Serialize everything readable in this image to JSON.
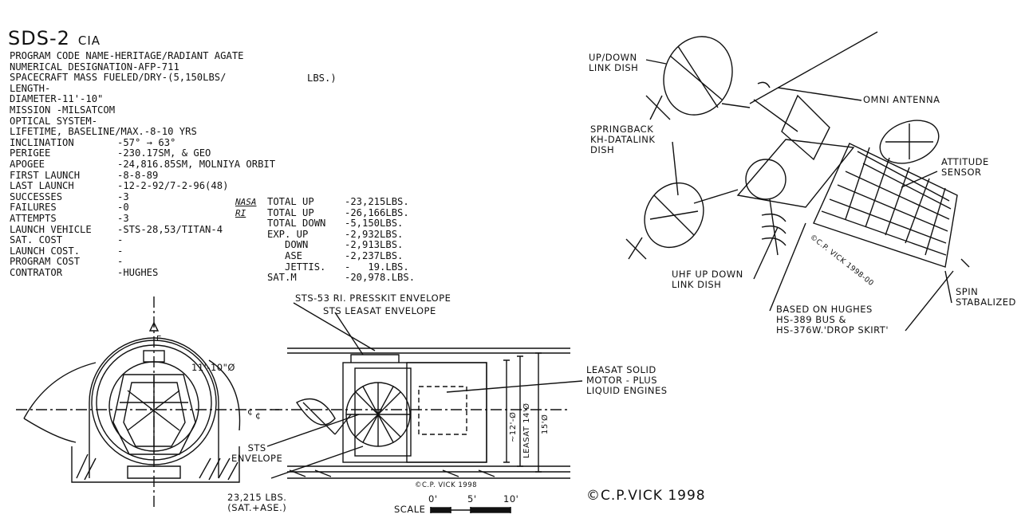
{
  "title": {
    "name": "SDS-2",
    "agency": "CIA"
  },
  "specs": {
    "full_lines": [
      "PROGRAM CODE NAME-HERITAGE/RADIANT AGATE",
      "NUMERICAL DESIGNATION-AFP-711",
      "SPACECRAFT MASS FUELED/DRY-(5,150LBS/"
    ],
    "mass_dry_unit": "LBS.)",
    "rows": [
      {
        "k": "LENGTH-",
        "v": ""
      },
      {
        "k": "DIAMETER-11'-10\"",
        "v": ""
      },
      {
        "k": "MISSION -MILSATCOM",
        "v": ""
      },
      {
        "k": "OPTICAL SYSTEM-",
        "v": ""
      },
      {
        "k": "LIFETIME, BASELINE/MAX.-8-10 YRS",
        "v": ""
      },
      {
        "k": "INCLINATION",
        "v": "-57° → 63°"
      },
      {
        "k": "PERIGEE",
        "v": "-230.17SM, & GEO"
      },
      {
        "k": "APOGEE",
        "v": "-24,816.85SM, MOLNIYA ORBIT"
      },
      {
        "k": "FIRST LAUNCH",
        "v": "-8-8-89"
      },
      {
        "k": "LAST LAUNCH",
        "v": "-12-2-92/7-2-96(48)"
      },
      {
        "k": "SUCCESSES",
        "v": "-3"
      },
      {
        "k": "FAILURES",
        "v": "-0"
      },
      {
        "k": "ATTEMPTS",
        "v": "-3"
      },
      {
        "k": "LAUNCH VEHICLE",
        "v": "-STS-28,53/TITAN-4"
      },
      {
        "k": "SAT. COST",
        "v": "-"
      },
      {
        "k": "LAUNCH COST.",
        "v": "-"
      },
      {
        "k": "PROGRAM COST",
        "v": "-"
      },
      {
        "k": "CONTRATOR",
        "v": "-HUGHES"
      }
    ]
  },
  "mass_table": [
    {
      "src": "NASA",
      "lbl": "TOTAL UP",
      "val": "-23,215LBS."
    },
    {
      "src": "RI",
      "lbl": "TOTAL UP",
      "val": "-26,166LBS."
    },
    {
      "src": "",
      "lbl": "TOTAL DOWN",
      "val": "-5,150LBS."
    },
    {
      "src": "",
      "lbl": "EXP. UP",
      "val": "-2,932LBS."
    },
    {
      "src": "",
      "lbl": "   DOWN",
      "val": "-2,913LBS."
    },
    {
      "src": "",
      "lbl": "   ASE",
      "val": "-2,237LBS."
    },
    {
      "src": "",
      "lbl": "   JETTIS.",
      "val": "-   19.LBS."
    },
    {
      "src": "",
      "lbl": "SAT.M",
      "val": "-20,978.LBS."
    }
  ],
  "labels": {
    "updown_dish": "UP/DOWN\nLINK DISH",
    "omni": "OMNI ANTENNA",
    "springback": "SPRINGBACK\nKH-DATALINK\nDISH",
    "attitude": "ATTITUDE\nSENSOR",
    "uhf": "UHF UP DOWN\nLINK DISH",
    "spin": "SPIN\nSTABALIZED",
    "based": "BASED ON HUGHES\nHS-389 BUS &\nHS-376W.'DROP SKIRT'",
    "sts53": "STS-53 RI. PRESSKIT ENVELOPE",
    "sts_leasat": "STS LEASAT ENVELOPE",
    "leasat_motor": "LEASAT SOLID\nMOTOR - PLUS\nLIQUID ENGINES",
    "sts_env": "STS\nENVELOPE",
    "weight": "23,215 LBS.\n(SAT.+ASE.)",
    "diam": "11'-10\"Ø",
    "dim12": "~12'-Ø",
    "dim14": "LEASAT 14'Ø",
    "dim15": "15'Ø",
    "stamp_small": "©C.P. VICK 1998",
    "stamp_sat": "©C.P. VICK 1998-00",
    "copyright": "©C.P.VICK 1998",
    "scale": "SCALE",
    "scale0": "0'",
    "scale5": "5'",
    "scale10": "10'"
  }
}
